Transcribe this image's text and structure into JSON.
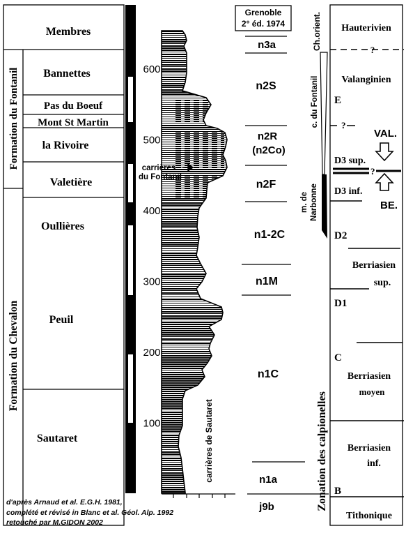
{
  "membres": {
    "header": "Membres",
    "formation_fontanil": "Formation du Fontanil",
    "formation_chevalon": "Formation du Chevalon",
    "items": [
      "Bannettes",
      "Pas du Boeuf",
      "Mont St Martin",
      "la Rivoire",
      "Valetière",
      "Oullières",
      "Peuil",
      "Sautaret"
    ]
  },
  "scale": {
    "ticks": [
      "100",
      "200",
      "300",
      "400",
      "500",
      "600"
    ]
  },
  "column_labels": {
    "carrieres_fontanil": [
      "carrières",
      "du Fontanil"
    ],
    "carrieres_sautaret": "carrières de Sautaret"
  },
  "grenoble": {
    "header": [
      "Grenoble",
      "2° éd. 1974"
    ],
    "units": [
      "n3a",
      "n2S",
      "n2R",
      "(n2Co)",
      "n2F",
      "n1-2C",
      "n1M",
      "n1C",
      "n1a",
      "j9b"
    ]
  },
  "biozones": {
    "ch_orient": "Ch.orient.",
    "c_fontanil": "c. du Fontanil",
    "m_narbonne": [
      "m. de",
      "Narbonne"
    ],
    "calpionelles": "Zonation des calpionelles"
  },
  "stages": {
    "hauterivien": "Hauterivien",
    "valanginien": "Valanginien",
    "E": "E",
    "D3sup": "D3 sup.",
    "D3inf": "D3 inf.",
    "D2": "D2",
    "berriasien_sup": [
      "Berriasien",
      "sup."
    ],
    "D1": "D1",
    "C": "C",
    "berriasien_moyen": [
      "Berriasien",
      "moyen"
    ],
    "berriasien_inf": [
      "Berriasien",
      "inf."
    ],
    "B": "B",
    "tithonique": "Tithonique",
    "question": "?",
    "val_marker": "VAL.",
    "be_marker": "BE."
  },
  "caption": [
    "d'après Arnaud et al. E.G.H. 1981,",
    "complété  et révisé in Blanc et al. Géol. Alp. 1992",
    "retouché par M.GIDON 2002"
  ]
}
